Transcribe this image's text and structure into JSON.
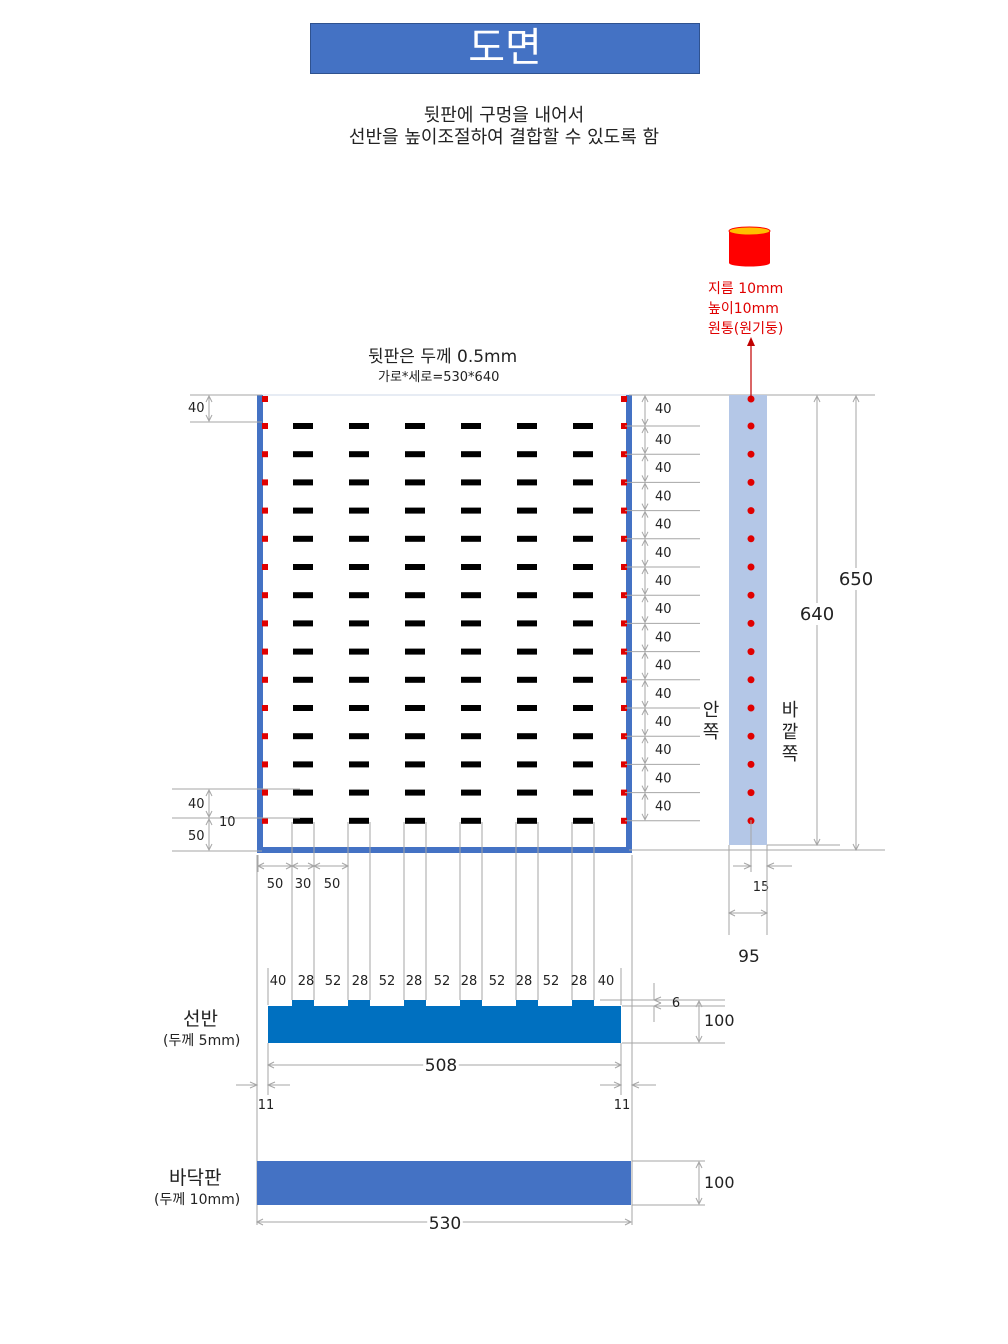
{
  "title": "도면",
  "subtitle": [
    "뒷판에 구멍을 내어서",
    "선반을 높이조절하여 결합할 수 있도록 함"
  ],
  "cylinder": {
    "lines": [
      "지름 10mm",
      "높이10mm",
      "원통(원기둥)"
    ],
    "color": "#ff0000"
  },
  "backboard": {
    "note": "뒷판은 두께 0.5mm",
    "size": "가로*세로=530*640",
    "row_spacing_label": "40",
    "rows": 15,
    "slot_columns": 6,
    "top_margin_label": "40",
    "bottom_labels": [
      "40",
      "10",
      "50"
    ],
    "width_labels": [
      "50",
      "30",
      "50"
    ],
    "color": "#4472c4"
  },
  "side_view": {
    "height_inner": "640",
    "height_outer": "650",
    "inside_label": "안쪽",
    "outside_label": "바깥쪽",
    "hole_offset": "15",
    "width": "95",
    "color": "#b4c7e7"
  },
  "shelf": {
    "name": "선반",
    "thickness": "(두께 5mm)",
    "segments": [
      "40",
      "28",
      "52",
      "28",
      "52",
      "28",
      "52",
      "28",
      "52",
      "28",
      "52",
      "28",
      "40"
    ],
    "tab_height": "6",
    "height": "100",
    "length": "508",
    "side_gap_left": "11",
    "side_gap_right": "11",
    "color": "#0070c0"
  },
  "base": {
    "name": "바닥판",
    "thickness": "(두께 10mm)",
    "height": "100",
    "length": "530",
    "color": "#4472c4"
  }
}
